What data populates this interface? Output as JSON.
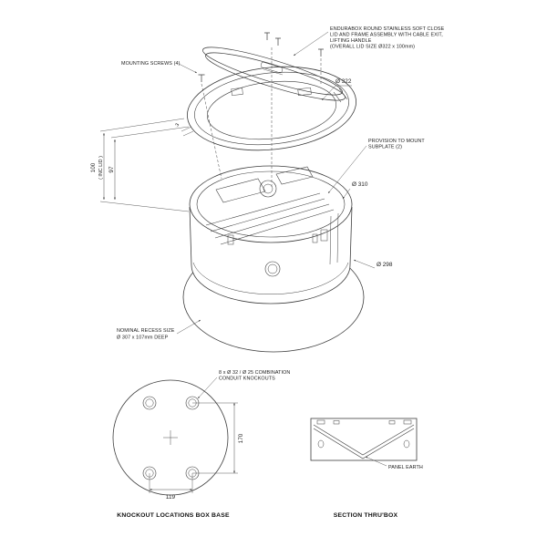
{
  "drawing": {
    "notes": {
      "lid_note": [
        "ENDURABOX ROUND STAINLESS SOFT CLOSE",
        "LID AND FRAME ASSEMBLY WITH CABLE EXIT,",
        "LIFTING HANDLE",
        "(OVERALL LID SIZE Ø322 x 100mm)"
      ],
      "mounting_screws": "MOUNTING SCREWS (4)",
      "subplate": [
        "PROVISION TO MOUNT",
        "SUBPLATE (2)"
      ],
      "recess": [
        "NOMINAL RECESS SIZE",
        "Ø 307 x 107mm DEEP"
      ],
      "knockouts": [
        "8 x Ø 32 / Ø 25 COMBINATION",
        "CONDUIT KNOCKOUTS"
      ],
      "panel_earth": "PANEL EARTH"
    },
    "dims": {
      "dia_lid": "Ø 322",
      "dia_subplate": "Ø 310",
      "dia_box": "Ø 298",
      "height_overall": "100",
      "height_overall_note": "( INC LID )",
      "height_box": "97",
      "lid_thickness": "3",
      "knockout_spacing_v": "170",
      "knockout_spacing_h": "119"
    },
    "titles": {
      "knockout_view": "KNOCKOUT LOCATIONS BOX BASE",
      "section_view": "SECTION THRU'BOX"
    },
    "colors": {
      "line": "#3d3d3d",
      "text": "#1a1a1a",
      "background": "#ffffff"
    }
  }
}
